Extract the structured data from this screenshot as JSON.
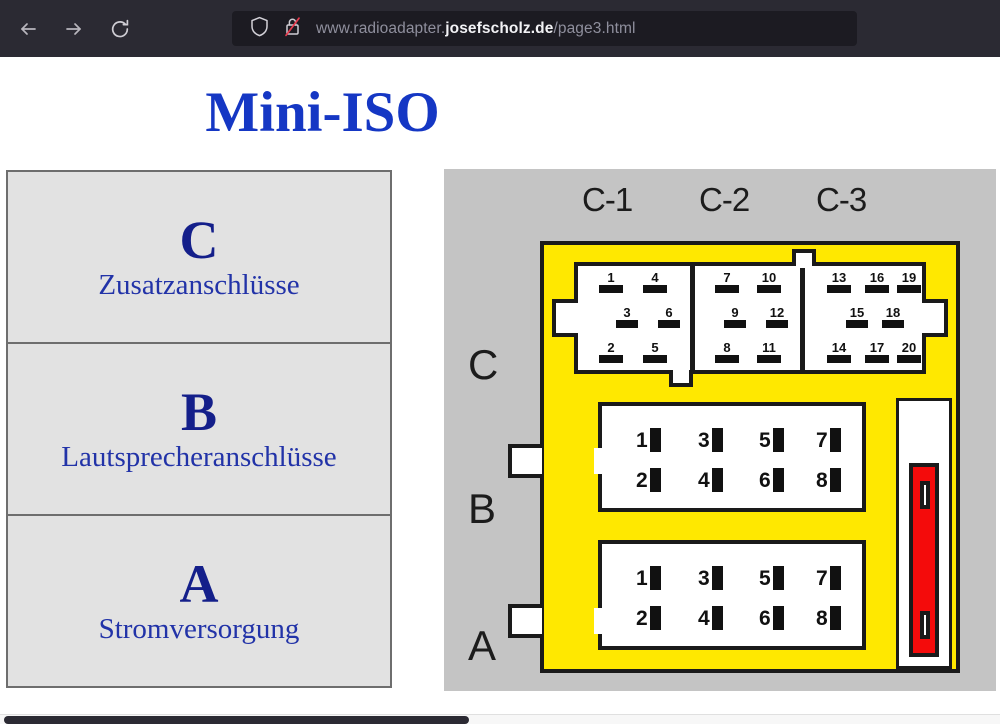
{
  "browser": {
    "back_icon": "arrow-left-icon",
    "forward_icon": "arrow-right-icon",
    "reload_icon": "reload-icon",
    "shield_icon": "shield-icon",
    "lock_icon": "lock-crossed-insecure-icon",
    "url_prefix": "www.radioadapter.",
    "url_domain": "josefscholz.de",
    "url_path": "/page3.html",
    "url_full": "www.radioadapter.josefscholz.de/page3.html"
  },
  "page": {
    "title": "Mini-ISO",
    "title_color": "#1537c4"
  },
  "legend": {
    "rows": [
      {
        "letter": "C",
        "caption": "Zusatzanschlüsse"
      },
      {
        "letter": "B",
        "caption": "Lautsprecheranschlüsse"
      },
      {
        "letter": "A",
        "caption": "Stromversorgung"
      }
    ]
  },
  "diagram": {
    "background": "#c4c4c4",
    "body_color": "#ffe800",
    "outline_color": "#1a1a1a",
    "red_color": "#f40b0b",
    "column_headers": [
      "C-1",
      "C-2",
      "C-3"
    ],
    "row_labels": [
      "C",
      "B",
      "A"
    ],
    "connector_c": {
      "label": "C",
      "blocks": [
        {
          "name": "C-1",
          "top": [
            "1",
            "4"
          ],
          "middle": [
            "3",
            "6"
          ],
          "bottom": [
            "2",
            "5"
          ]
        },
        {
          "name": "C-2",
          "top": [
            "7",
            "10"
          ],
          "middle": [
            "9",
            "12"
          ],
          "bottom": [
            "8",
            "11"
          ]
        },
        {
          "name": "C-3",
          "top": [
            "13",
            "16",
            "19"
          ],
          "middle": [
            "15",
            "18"
          ],
          "bottom": [
            "14",
            "17",
            "20"
          ]
        }
      ]
    },
    "connector_b": {
      "label": "B",
      "top_row": [
        "1",
        "3",
        "5",
        "7"
      ],
      "bottom_row": [
        "2",
        "4",
        "6",
        "8"
      ]
    },
    "connector_a": {
      "label": "A",
      "top_row": [
        "1",
        "3",
        "5",
        "7"
      ],
      "bottom_row": [
        "2",
        "4",
        "6",
        "8"
      ]
    }
  }
}
